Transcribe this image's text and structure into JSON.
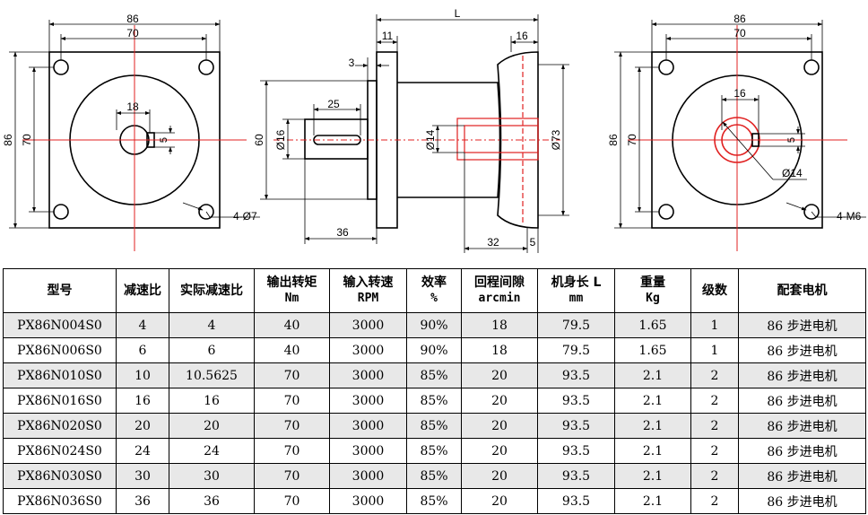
{
  "drawing": {
    "front_left": {
      "dim_outer_w": "86",
      "dim_inner_w": "70",
      "dim_outer_h": "86",
      "dim_inner_h": "70",
      "dim_shaft": "18",
      "dim_key": "5",
      "dim_holes": "4-Ø7"
    },
    "side": {
      "dim_total": "L",
      "dim_flange": "11",
      "dim_end": "16",
      "dim_shoulder": "3",
      "dim_key_len": "25",
      "dim_shaft_len": "36",
      "dim_bore_depth": "32",
      "dim_step": "5",
      "dim_pilot": "60",
      "dim_shaft_dia": "Ø16",
      "dim_bore_dia": "Ø14",
      "dim_body_dia": "Ø73"
    },
    "front_right": {
      "dim_outer_w": "86",
      "dim_inner_w": "70",
      "dim_outer_h": "86",
      "dim_inner_h": "70",
      "dim_bore": "16",
      "dim_key": "5",
      "dim_bore_dia": "Ø14",
      "dim_holes": "4-M6"
    }
  },
  "table": {
    "headers": [
      {
        "l1": "型号",
        "l2": ""
      },
      {
        "l1": "减速比",
        "l2": ""
      },
      {
        "l1": "实际减速比",
        "l2": ""
      },
      {
        "l1": "输出转矩",
        "l2": "Nm"
      },
      {
        "l1": "输入转速",
        "l2": "RPM"
      },
      {
        "l1": "效率",
        "l2": "%"
      },
      {
        "l1": "回程间隙",
        "l2": "arcmin"
      },
      {
        "l1": "机身长 L",
        "l2": "mm"
      },
      {
        "l1": "重量",
        "l2": "Kg"
      },
      {
        "l1": "级数",
        "l2": ""
      },
      {
        "l1": "配套电机",
        "l2": ""
      }
    ],
    "rows": [
      [
        "PX86N004S0",
        "4",
        "4",
        "40",
        "3000",
        "90%",
        "18",
        "79.5",
        "1.65",
        "1",
        "86 步进电机"
      ],
      [
        "PX86N006S0",
        "6",
        "6",
        "40",
        "3000",
        "90%",
        "18",
        "79.5",
        "1.65",
        "1",
        "86 步进电机"
      ],
      [
        "PX86N010S0",
        "10",
        "10.5625",
        "70",
        "3000",
        "85%",
        "20",
        "93.5",
        "2.1",
        "2",
        "86 步进电机"
      ],
      [
        "PX86N016S0",
        "16",
        "16",
        "70",
        "3000",
        "85%",
        "20",
        "93.5",
        "2.1",
        "2",
        "86 步进电机"
      ],
      [
        "PX86N020S0",
        "20",
        "20",
        "70",
        "3000",
        "85%",
        "20",
        "93.5",
        "2.1",
        "2",
        "86 步进电机"
      ],
      [
        "PX86N024S0",
        "24",
        "24",
        "70",
        "3000",
        "85%",
        "20",
        "93.5",
        "2.1",
        "2",
        "86 步进电机"
      ],
      [
        "PX86N030S0",
        "30",
        "30",
        "70",
        "3000",
        "85%",
        "20",
        "93.5",
        "2.1",
        "2",
        "86 步进电机"
      ],
      [
        "PX86N036S0",
        "36",
        "36",
        "70",
        "3000",
        "85%",
        "20",
        "93.5",
        "2.1",
        "2",
        "86 步进电机"
      ]
    ]
  }
}
